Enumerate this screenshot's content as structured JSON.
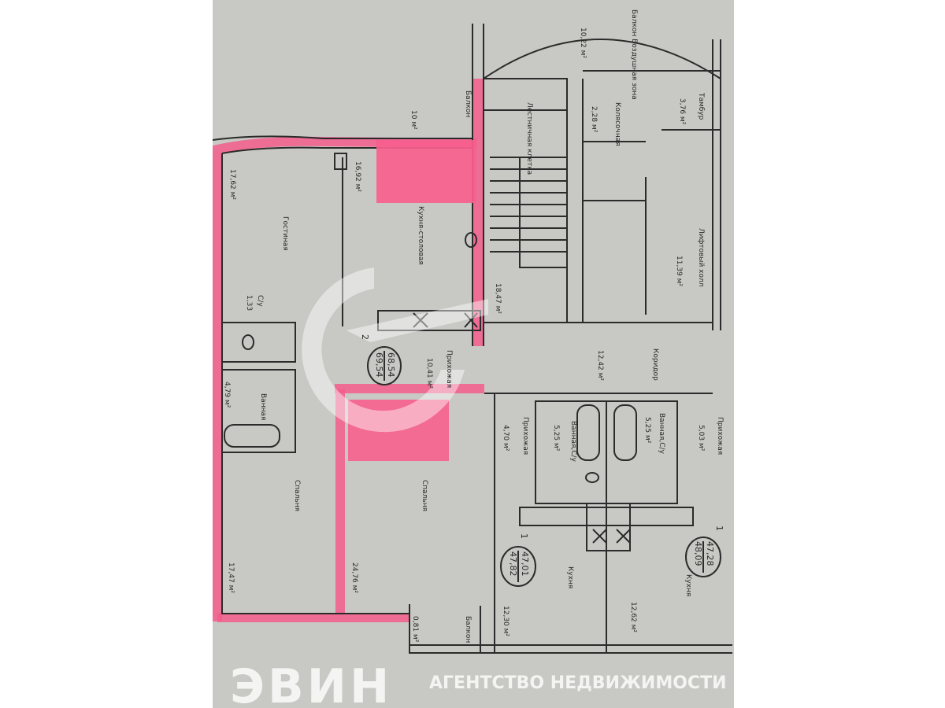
{
  "plan": {
    "apartment_2": {
      "rooms_count": "2",
      "area_living": "68,54",
      "area_total": "69,54"
    },
    "apartment_1a": {
      "rooms_count": "1",
      "area_living": "47,01",
      "area_total": "47,82"
    },
    "apartment_1b": {
      "rooms_count": "1",
      "area_living": "47,28",
      "area_total": "48,09"
    },
    "rooms": [
      {
        "name": "Гостиная",
        "area": "17,62 м²"
      },
      {
        "name": "Кухня-столовая",
        "area": "16,92 м²"
      },
      {
        "name": "С/у",
        "area": "1,33"
      },
      {
        "name": "Прихожая",
        "area": "10,41 м²"
      },
      {
        "name": "Ванная",
        "area": "4,79 м²"
      },
      {
        "name": "Спальня",
        "area": "17,47 м²"
      },
      {
        "name": "Спальня",
        "area": "24,76 м²"
      },
      {
        "name": "Балкон",
        "area": "0,81 м²"
      },
      {
        "name": "Балкон",
        "area": "10 м²"
      },
      {
        "name": "Лестничная клетка",
        "area": "18,47 м²"
      },
      {
        "name": "Балкон Воздушная зона",
        "area": "10,22 м²"
      },
      {
        "name": "Колясочная",
        "area": "2,28 м²"
      },
      {
        "name": "Тамбур",
        "area": "3,76 м²"
      },
      {
        "name": "Лифтовый холл",
        "area": "11,39 м²"
      },
      {
        "name": "Коридор",
        "area": "12,42 м²"
      },
      {
        "name": "Прихожая",
        "area": "4,70 м²"
      },
      {
        "name": "Ванная,С/у",
        "area": "5,25 м²"
      },
      {
        "name": "Ванная,С/у",
        "area": "5,25 м²"
      },
      {
        "name": "Прихожая",
        "area": "5,03 м²"
      },
      {
        "name": "Кухня",
        "area": "12,30 м²"
      },
      {
        "name": "Кухня",
        "area": "12,62 м²"
      }
    ]
  },
  "watermark": {
    "brand": "ЭВИН",
    "tagline": "АГЕНТСТВО НЕДВИЖИМОСТИ"
  },
  "colors": {
    "paper": "#c8c9c5",
    "highlight": "#f35d8c",
    "sticky": "#f7608d"
  }
}
